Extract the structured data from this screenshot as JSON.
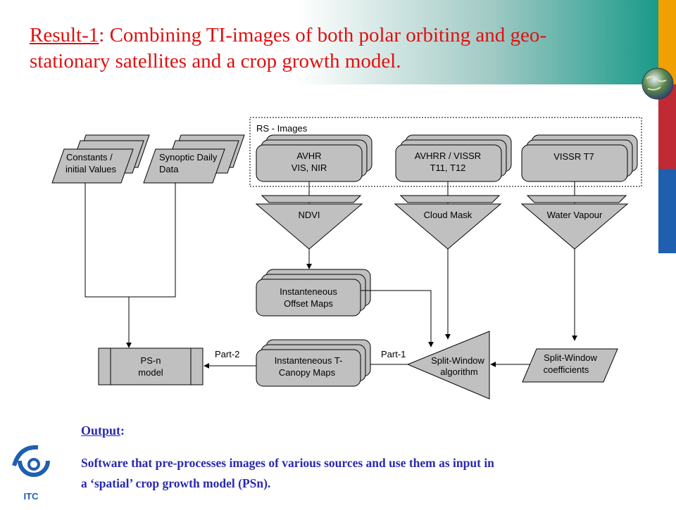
{
  "title": {
    "prefix": "Result-1",
    "rest_line1": ": Combining TI-images of both polar orbiting and geo-",
    "line2": "stationary satellites and a crop growth model."
  },
  "diagram": {
    "rs_group_label": "RS - Images",
    "inputs": {
      "constants": [
        "Constants /",
        "initial Values"
      ],
      "synoptic": [
        "Synoptic Daily",
        "Data"
      ]
    },
    "images": {
      "avhr": [
        "AVHR",
        "VIS, NIR"
      ],
      "avhrr_vissr": [
        "AVHRR / VISSR",
        "T11, T12"
      ],
      "vissr": [
        "VISSR T7"
      ]
    },
    "processes": {
      "ndvi": "NDVI",
      "cloud_mask": "Cloud Mask",
      "water_vapour": "Water Vapour"
    },
    "offset_maps": [
      "Instanteneous",
      "Offset Maps"
    ],
    "tcanopy_maps": [
      "Instanteneous T-",
      "Canopy Maps"
    ],
    "split_window": [
      "Split-Window",
      "algorithm"
    ],
    "coefficients": [
      "Split-Window",
      "coefficients"
    ],
    "psn_model": [
      "PS-n",
      "model"
    ],
    "part1_label": "Part-1",
    "part2_label": "Part-2"
  },
  "output": {
    "heading": "Output",
    "heading_colon": ":",
    "line1": "Software that pre-processes images of various sources and use them as input in",
    "line2": "a ‘spatial’ crop growth model (PSn)."
  },
  "logo": {
    "text": "ITC"
  },
  "colors": {
    "title_red": "#e01010",
    "body_blue": "#2a2ab0",
    "shape_fill": "#c0c0c0",
    "bar_orange": "#f0a000",
    "bar_red": "#c02a34",
    "bar_blue": "#1f5fb0",
    "teal": "#1a9a8a"
  }
}
